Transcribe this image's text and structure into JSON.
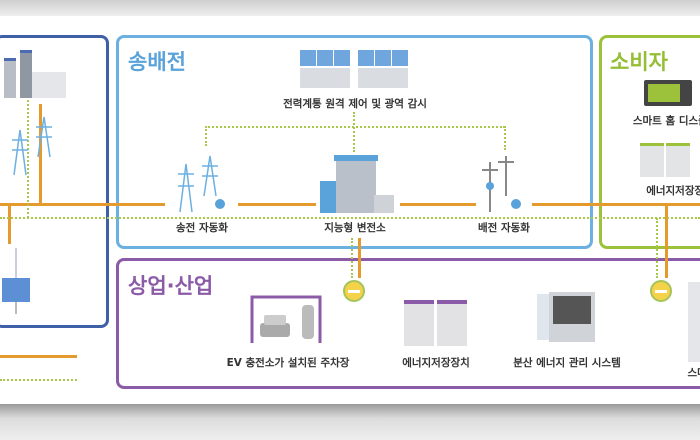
{
  "sections": {
    "transmission": {
      "title": "송배전",
      "items": [
        "전력계통 원격 제어 및 광역 감시",
        "송전 자동화",
        "지능형 변전소",
        "배전 자동화"
      ]
    },
    "consumer": {
      "title": "소비자",
      "items": [
        "스마트 홈 디스플레이",
        "에너지저장장치"
      ]
    },
    "commercial": {
      "title": "상업·산업",
      "items": [
        "EV 충전소가 설치된 주차장",
        "에너지저장장치",
        "분산 에너지 관리 시스템",
        "스마트"
      ]
    }
  },
  "colors": {
    "generation_border": "#3f5fa6",
    "transmission_border": "#6cb0e2",
    "consumer_border": "#9cc23c",
    "commercial_border": "#8b5ba8",
    "power_line": "#e49a2c",
    "data_line": "#a9c84a"
  }
}
